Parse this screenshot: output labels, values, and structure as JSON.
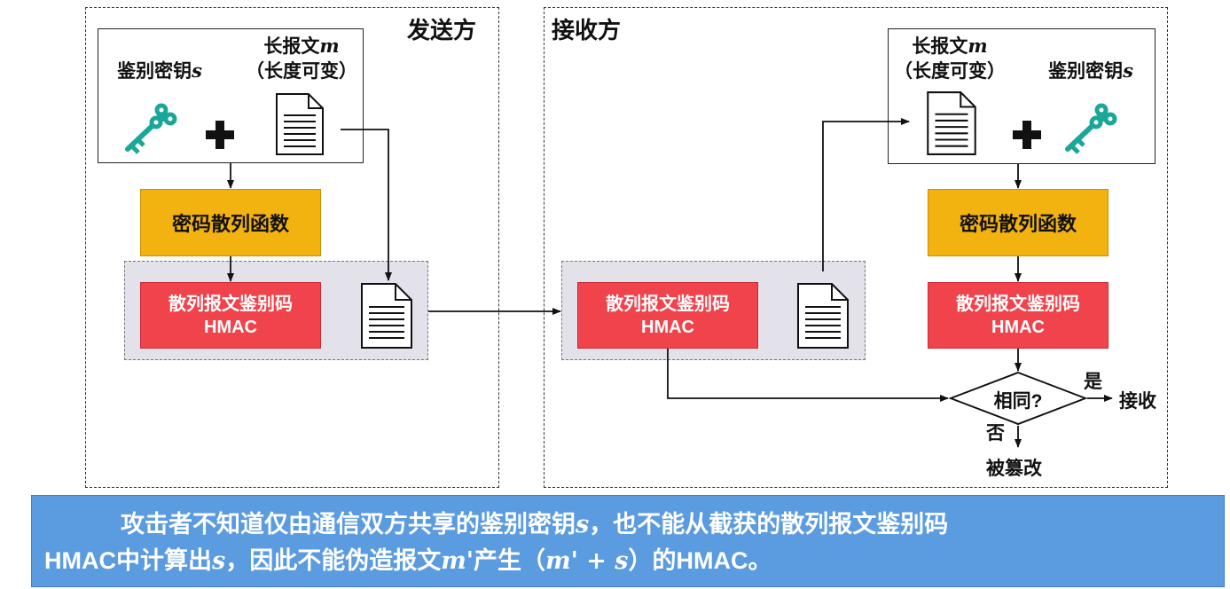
{
  "sender": {
    "title": "发送方",
    "key_label": "鉴别密钥",
    "key_var": "s",
    "msg_label": "长报文",
    "msg_var": "m",
    "msg_sub": "（长度可变）",
    "plus": "+",
    "hash_label": "密码散列函数",
    "hmac_label": "散列报文鉴别码",
    "hmac_sub": "HMAC"
  },
  "receiver": {
    "title": "接收方",
    "key_label": "鉴别密钥",
    "key_var": "s",
    "msg_label": "长报文",
    "msg_var": "m",
    "msg_sub": "（长度可变）",
    "plus": "+",
    "hash_label": "密码散列函数",
    "hmac_recv_label": "散列报文鉴别码",
    "hmac_recv_sub": "HMAC",
    "hmac_calc_label": "散列报文鉴别码",
    "hmac_calc_sub": "HMAC",
    "decision": "相同?",
    "yes": "是",
    "no": "否",
    "accept": "接收",
    "tampered": "被篡改"
  },
  "caption": {
    "line1_a": "攻击者不知道仅由通信双方共享的鉴别密钥",
    "line1_var": "s",
    "line1_b": "，也不能从截获的散列报文鉴别码",
    "line2_a": "HMAC中计算出",
    "line2_var": "s",
    "line2_b": "，因此不能伪造报文",
    "line2_var2": "m'",
    "line2_c": "产生（",
    "line2_expr": "m' + s",
    "line2_d": "）的HMAC。"
  },
  "colors": {
    "key": "#1aa79a",
    "hash_fill": "#f2b311",
    "hmac_fill": "#f0434c",
    "group_fill": "#e3e1ea",
    "caption_fill": "#5b9be0"
  },
  "icons": [
    "key-icon",
    "plus-icon",
    "document-icon"
  ]
}
